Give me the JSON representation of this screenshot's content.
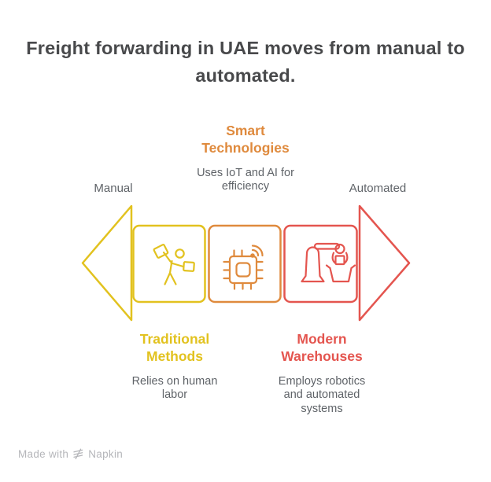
{
  "title": "Freight forwarding in UAE moves from manual to automated.",
  "endpoints": {
    "left": "Manual",
    "right": "Automated"
  },
  "stages": [
    {
      "name": "Traditional Methods",
      "description": "Relies on human labor",
      "color": "#E2C21F",
      "icon": "worker-carrying-boxes-icon"
    },
    {
      "name": "Smart Technologies",
      "description": "Uses IoT and AI for efficiency",
      "color": "#DF8A3D",
      "icon": "iot-chip-wifi-icon"
    },
    {
      "name": "Modern Warehouses",
      "description": "Employs robotics and automated systems",
      "color": "#E4554F",
      "icon": "robot-arm-icon"
    }
  ],
  "colors": {
    "title": "#48494B",
    "body_text": "#5F6368",
    "yellow": "#E2C21F",
    "orange": "#DF8A3D",
    "red": "#E4554F",
    "footer_text": "#B5B6BA",
    "background": "#FFFFFF"
  },
  "footer": {
    "made_with": "Made with",
    "brand": "Napkin",
    "logo": "napkin-logo-icon"
  }
}
